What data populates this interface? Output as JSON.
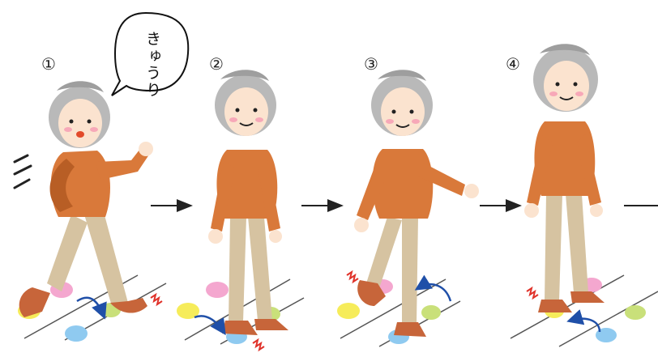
{
  "steps": [
    {
      "number": "①",
      "speech": "きゅうり"
    },
    {
      "number": "②"
    },
    {
      "number": "③"
    },
    {
      "number": "④"
    }
  ],
  "colors": {
    "sweater": "#d9793a",
    "sweater_shadow": "#b85e25",
    "pants": "#d6c3a1",
    "pants_shadow": "#bca888",
    "hair": "#b9b9b9",
    "skin": "#fbe3cf",
    "shoe": "#c7653a",
    "floor_line": "#555555",
    "arrow": "#1f4fa8",
    "dot_pink": "#f4a7cf",
    "dot_yellow": "#f6ec5a",
    "dot_green": "#c9e07a",
    "dot_blue": "#8fcaf0",
    "shake_mark": "#e0322a"
  },
  "icons": [
    "right-arrow-icon",
    "curved-arrow-icon",
    "shake-mark-icon"
  ]
}
